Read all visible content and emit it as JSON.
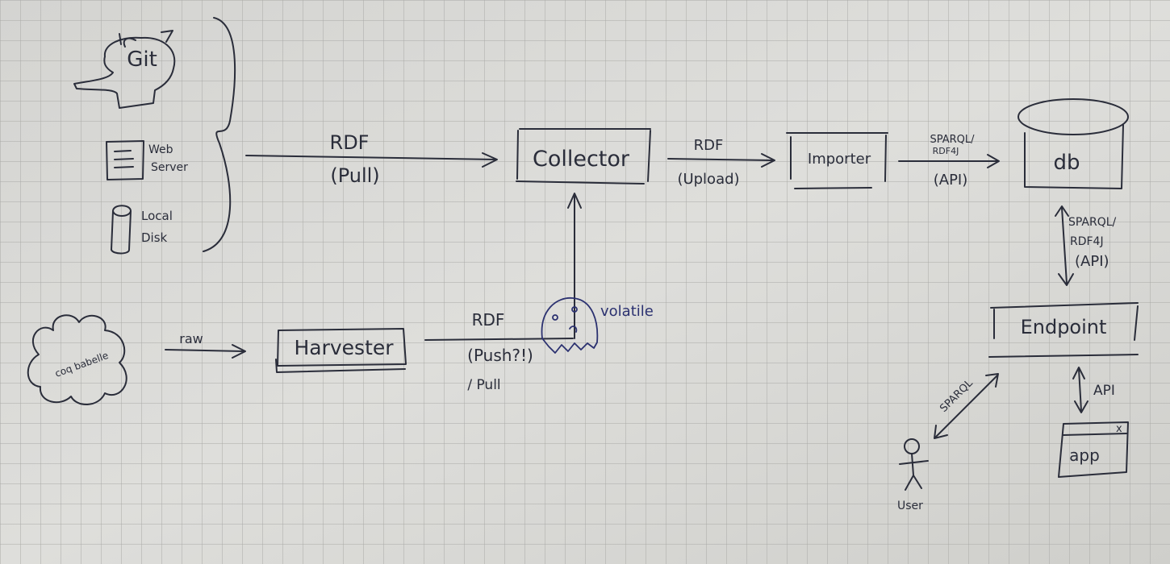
{
  "sources": {
    "git": "Git",
    "web_server_line1": "Web",
    "web_server_line2": "Server",
    "local_disk_line1": "Local",
    "local_disk_line2": "Disk",
    "cloud": "coq\nbabelle"
  },
  "edges": {
    "sources_to_collector_top": "RDF",
    "sources_to_collector_bottom": "(Pull)",
    "collector_to_importer_top": "RDF",
    "collector_to_importer_bottom": "(Upload)",
    "importer_to_db_top1": "SPARQL/",
    "importer_to_db_top2": "RDF4J",
    "importer_to_db_bottom": "(API)",
    "db_to_endpoint_line1": "SPARQL/",
    "db_to_endpoint_line2": "RDF4J",
    "db_to_endpoint_line3": "(API)",
    "cloud_to_harvester": "raw",
    "harvester_to_collector_top": "RDF",
    "harvester_to_collector_mid": "(Push?!)",
    "harvester_to_collector_bottom": "/ Pull",
    "ghost_label": "volatile",
    "endpoint_to_app": "API",
    "endpoint_to_user": "SPARQL"
  },
  "nodes": {
    "collector": "Collector",
    "importer": "Importer",
    "db": "db",
    "harvester": "Harvester",
    "endpoint": "Endpoint",
    "app": "app",
    "app_close": "x",
    "user": "User"
  }
}
